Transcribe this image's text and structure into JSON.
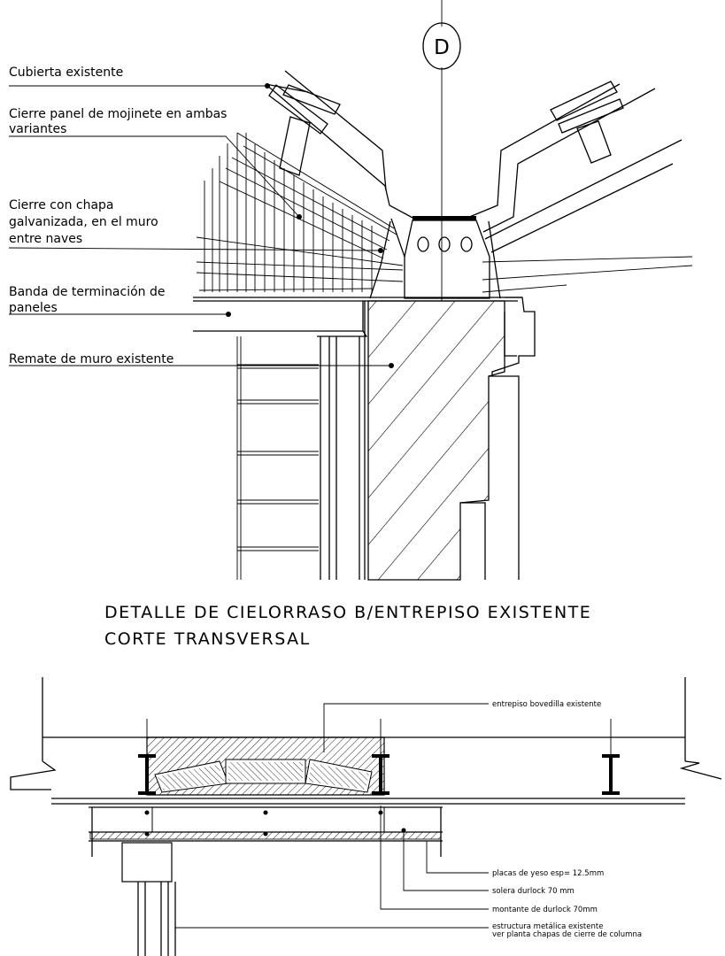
{
  "top_detail": {
    "grid_marker": "D",
    "callouts": [
      {
        "id": "cubierta",
        "lines": [
          "Cubierta existente"
        ]
      },
      {
        "id": "cierre-panel",
        "lines": [
          "Cierre panel de mojinete en ambas",
          "variantes"
        ]
      },
      {
        "id": "cierre-chapa",
        "lines": [
          "Cierre con chapa",
          "galvanizada, en el muro",
          "entre naves"
        ]
      },
      {
        "id": "banda",
        "lines": [
          "Banda de terminación de",
          "paneles"
        ]
      },
      {
        "id": "remate",
        "lines": [
          "Remate de muro existente"
        ]
      }
    ]
  },
  "section_title": {
    "line1": "DETALLE DE CIELORRASO B/ENTREPISO EXISTENTE",
    "line2": "CORTE TRANSVERSAL"
  },
  "bottom_detail": {
    "callouts": [
      {
        "id": "entrepiso",
        "text": "entrepiso bovedilla existente"
      },
      {
        "id": "placas",
        "text": "placas de yeso esp= 12.5mm"
      },
      {
        "id": "solera",
        "text": "solera durlock 70 mm"
      },
      {
        "id": "montante",
        "text": "montante de durlock 70mm"
      },
      {
        "id": "estructura",
        "text": "estructura metálica existente"
      },
      {
        "id": "ver-planta",
        "text": "ver planta chapas de cierre de columna"
      }
    ]
  }
}
